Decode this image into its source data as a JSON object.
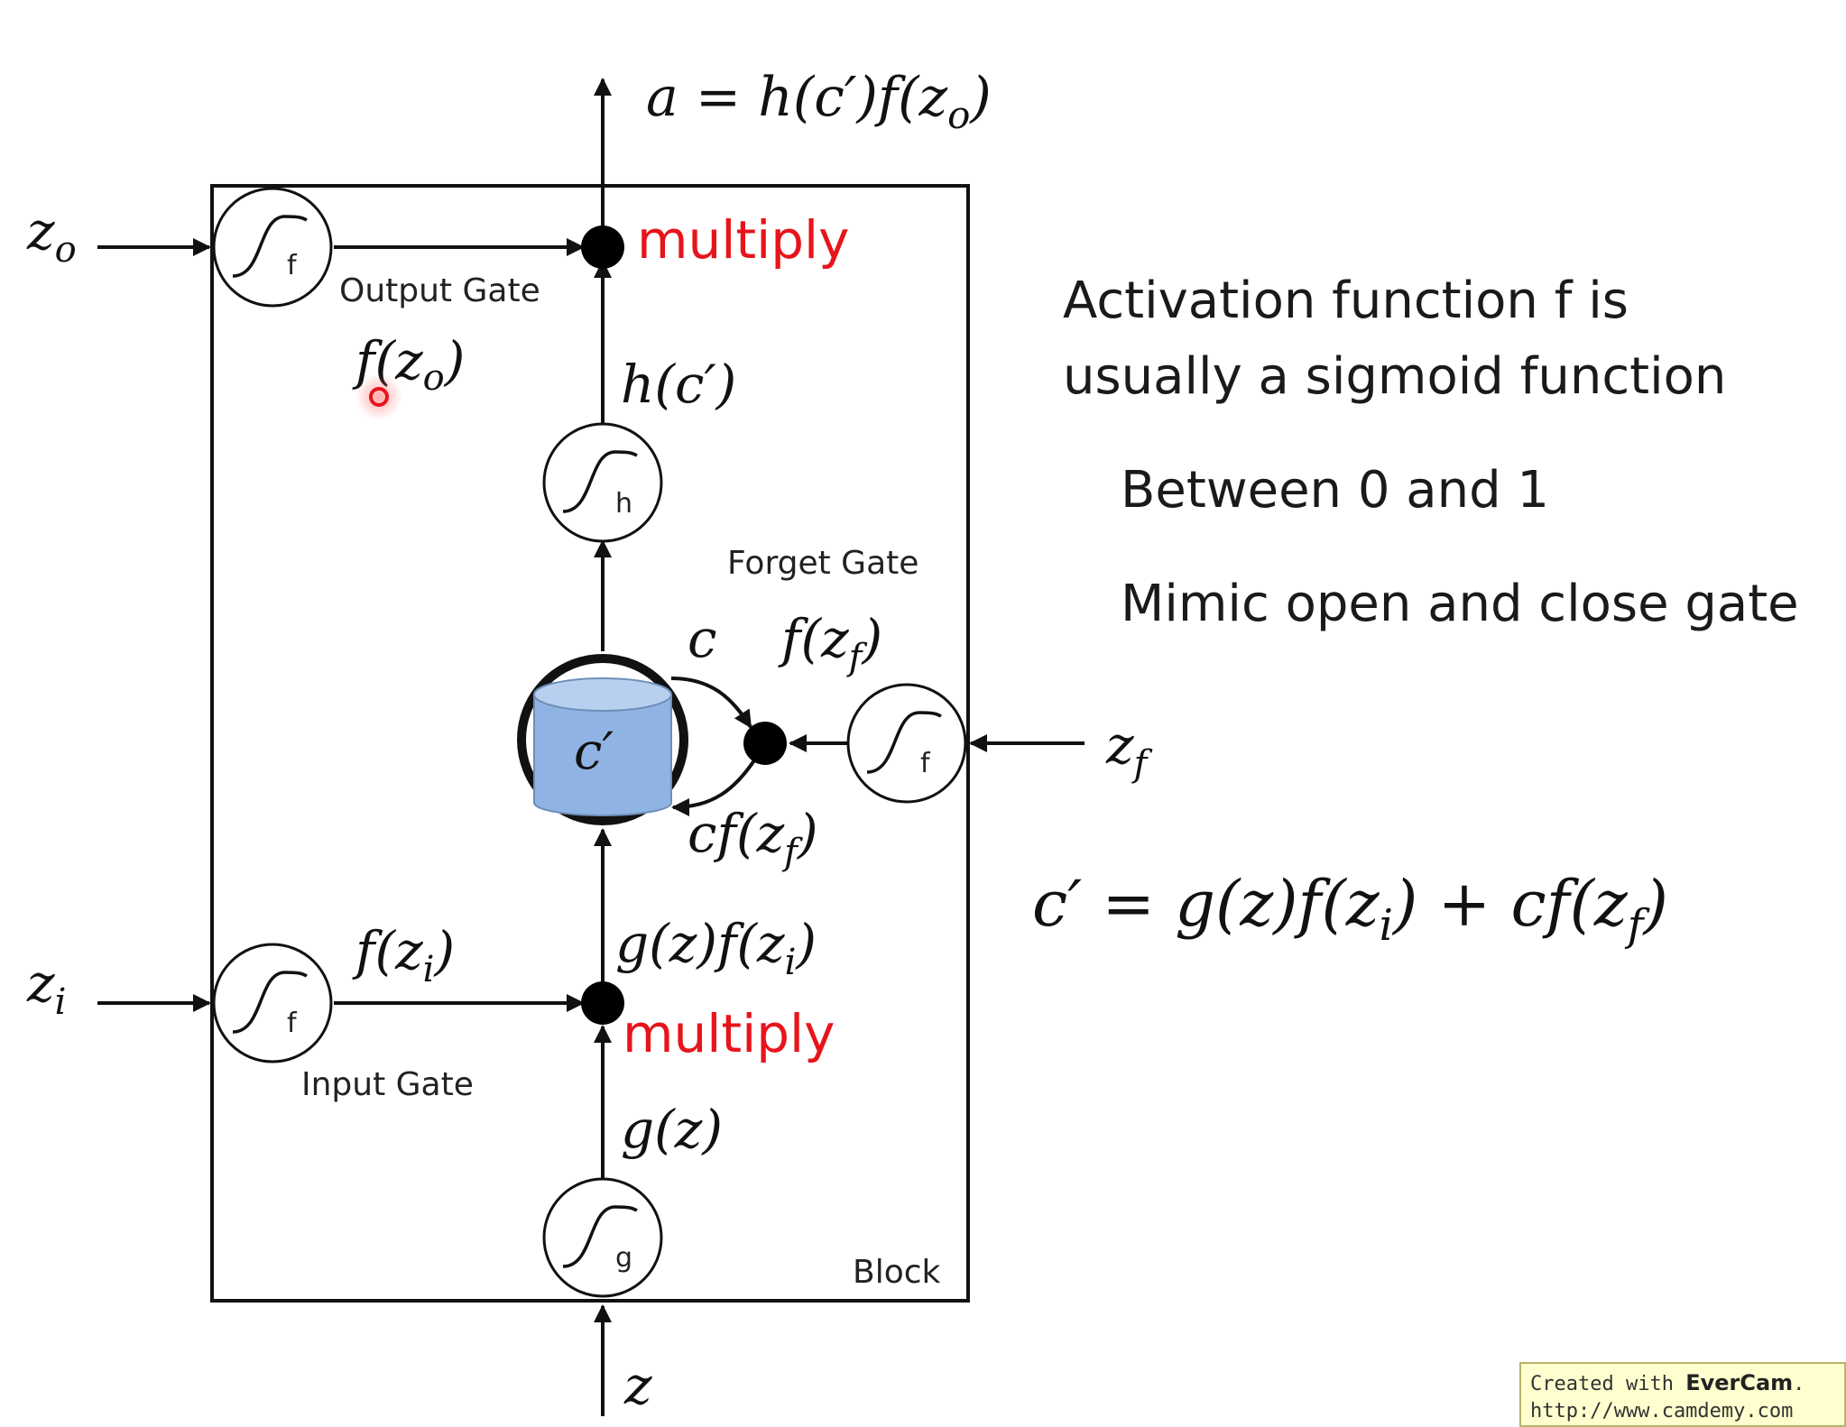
{
  "labels": {
    "output_eq": "a = h(c′)f(z",
    "output_eq_sub": "o",
    "output_eq_end": ")",
    "multiply_top": "multiply",
    "multiply_bottom": "multiply",
    "output_gate": "Output Gate",
    "forget_gate": "Forget Gate",
    "input_gate": "Input Gate",
    "block": "Block",
    "h_c_prime": "h(c′)",
    "f_zo": "f(z",
    "f_zo_sub": "o",
    "f_zo_end": ")",
    "c": "c",
    "f_zf": "f(z",
    "f_zf_sub": "f",
    "f_zf_end": ")",
    "c_prime": "c′",
    "cf_zf": "cf(z",
    "cf_zf_sub": "f",
    "cf_zf_end": ")",
    "f_zi": "f(z",
    "f_zi_sub": "i",
    "f_zi_end": ")",
    "gz_fzi": "g(z)f(z",
    "gz_fzi_sub": "i",
    "gz_fzi_end": ")",
    "g_z": "g(z)",
    "z": "z",
    "z_o": "z",
    "z_o_sub": "o",
    "z_i": "z",
    "z_i_sub": "i",
    "z_f": "z",
    "z_f_sub": "f",
    "gate_f_top": "f",
    "gate_h": "h",
    "gate_f_right": "f",
    "gate_f_left": "f",
    "gate_g": "g"
  },
  "notes": {
    "line1": "Activation function f is",
    "line2": "usually a sigmoid function",
    "point1": "Between 0 and 1",
    "point2": "Mimic open and close gate"
  },
  "formula": {
    "lhs": "c′ = g(z)f(z",
    "sub_i": "i",
    "mid": ") + cf(z",
    "sub_f": "f",
    "end": ")"
  },
  "badge": {
    "created_prefix": "Created with ",
    "brand": "EverCam",
    "created_suffix": ".",
    "url": "http://www.camdemy.com"
  },
  "colors": {
    "multiply": "#e8141b",
    "cell_fill": "#8fb4e3",
    "pointer": "#e8141b"
  }
}
